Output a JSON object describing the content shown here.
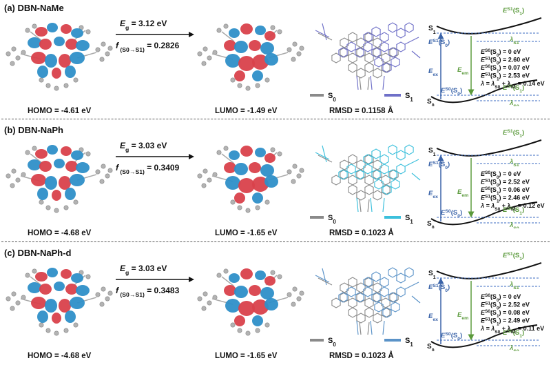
{
  "panels": [
    {
      "label": "(a) DBN-NaMe",
      "homo": "HOMO = -4.61 eV",
      "lumo": "LUMO = -1.49 eV",
      "eg_value": "= 3.12 eV",
      "f_value": "= 0.2826",
      "rmsd": "RMSD = 0.1158 Å",
      "overlay_color": "#6f70c8",
      "lines": [
        "= 0 eV",
        "= 2.60 eV",
        "= 0.07 eV",
        "= 2.53 eV",
        "= 0.14 eV"
      ]
    },
    {
      "label": "(b) DBN-NaPh",
      "homo": "HOMO = -4.68 eV",
      "lumo": "LUMO = -1.65 eV",
      "eg_value": "= 3.03 eV",
      "f_value": "= 0.3409",
      "rmsd": "RMSD = 0.1023 Å",
      "overlay_color": "#3cc0dc",
      "lines": [
        "= 0 eV",
        "= 2.52 eV",
        "= 0.06 eV",
        "= 2.46 eV",
        "= 0.12 eV"
      ]
    },
    {
      "label": "(c) DBN-NaPh-d",
      "homo": "HOMO = -4.68 eV",
      "lumo": "LUMO = -1.65 eV",
      "eg_value": "= 3.03 eV",
      "f_value": "= 0.3483",
      "rmsd": "RMSD = 0.1023 Å",
      "overlay_color": "#5b93c8",
      "lines": [
        "= 0 eV",
        "= 2.52 eV",
        "= 0.08 eV",
        "= 2.49 eV",
        "= 0.11 eV"
      ]
    }
  ],
  "colors": {
    "lobe_red": "#d9414b",
    "lobe_blue": "#2e8fc8",
    "atoms": "#b3b3b3",
    "gray_line": "#8a8a8a",
    "arrow_blue": "#3a63a8",
    "arrow_green": "#5b9a3c",
    "dashes": "#3a6ac0"
  },
  "labels": {
    "eg_sym": "E",
    "eg_sub": "g",
    "f_sym": "f",
    "f_sub": "(S0→S1)",
    "s0": "S",
    "s0_sub": "0",
    "s1": "S",
    "s1_sub": "1",
    "e_sym": "E",
    "es1": "S1",
    "es0": "S0",
    "ex_sub": "ex",
    "em_sub": "em",
    "lambda": "λ",
    "l_s1": "S1",
    "l_s0": "S0",
    "paren_s1": "(S",
    "paren_s0": "(S",
    "close_1": "1",
    "close_0": "0",
    "paren_close": ")",
    "lambda_sum": "λ = λ",
    "plus": " + λ"
  }
}
